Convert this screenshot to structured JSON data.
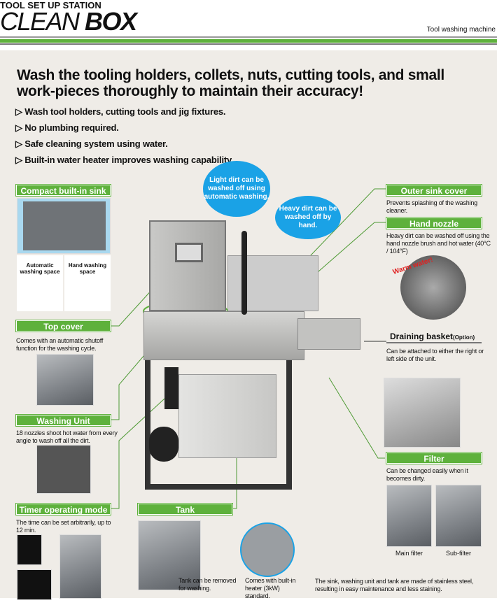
{
  "header": {
    "subtitle": "TOOL SET UP STATION",
    "title_light": "CLEAN ",
    "title_bold": "BOX",
    "category": "Tool washing machine"
  },
  "headline": {
    "line1": "Wash the tooling holders, collets, nuts, cutting tools, and small",
    "line2": "work-pieces thoroughly to maintain their accuracy!"
  },
  "bullets": [
    "Wash tool holders, cutting tools and jig fixtures.",
    "No plumbing required.",
    "Safe cleaning system using water.",
    "Built-in water heater improves washing capability."
  ],
  "bullet_marker": "▷",
  "bubbles": {
    "light": "Light dirt can be washed off using automatic washing.",
    "heavy": "Heavy dirt can be washed off by hand."
  },
  "features": {
    "sink": {
      "title": "Compact built-in sink",
      "auto": "Automatic washing space",
      "hand": "Hand washing space"
    },
    "top_cover": {
      "title": "Top cover",
      "text": "Comes with an automatic shutoff function for the washing cycle."
    },
    "washing_unit": {
      "title": "Washing Unit",
      "text": "18 nozzles shoot hot water from every angle to wash off all the dirt."
    },
    "timer": {
      "title": "Timer operating mode",
      "text": "The time can be set arbitrarily, up to 12 min."
    },
    "tank": {
      "title": "Tank",
      "caption1": "Tank can be removed for washing.",
      "caption2": "Comes with built-in heater (3kW) standard."
    },
    "outer_sink": {
      "title": "Outer sink cover",
      "text": "Prevents splashing of the washing cleaner."
    },
    "hand_nozzle": {
      "title": "Hand nozzle",
      "text": "Heavy dirt can be washed off using the hand nozzle brush and hot water  (40°C / 104°F)",
      "badge": "Warm water!"
    },
    "draining": {
      "title": "Draining basket",
      "option": "(Option)",
      "text": "Can be attached to either the right or left side of the unit."
    },
    "filter": {
      "title": "Filter",
      "text": "Can be changed easily when it becomes dirty.",
      "main": "Main filter",
      "sub": "Sub-filter"
    }
  },
  "footer_note": "The sink, washing unit and tank are made of stainless steel, resulting in easy maintenance and less staining.",
  "colors": {
    "green": "#5eb13c",
    "blue": "#1aa2e6",
    "beige": "#efece7"
  }
}
